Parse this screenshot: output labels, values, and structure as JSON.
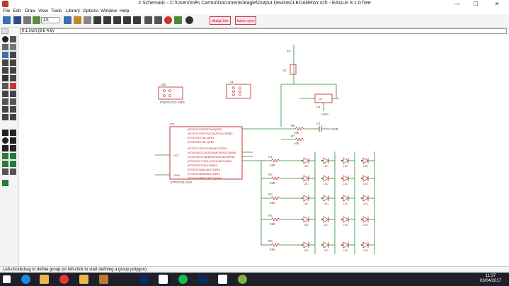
{
  "window": {
    "title": "2 Schematic - C:\\Users\\Inês Carmo\\Documents\\eagle\\Output Devices\\LEDARRAY.sch - EAGLE 8.1.0 free",
    "minimize": "—",
    "maximize": "☐",
    "close": "✕"
  },
  "menu": [
    "File",
    "Edit",
    "Draw",
    "View",
    "Tools",
    "Library",
    "Options",
    "Window",
    "Help"
  ],
  "toolbar": {
    "zoom_select": "1/1",
    "red_button_1": "design link",
    "red_button_2": "fusion sync"
  },
  "coord": {
    "value": "0.1 inch (8.8 4.6)"
  },
  "status": {
    "message": "Left-click&drag to define group (or left-click to start defining a group polygon)"
  },
  "taskbar": {
    "time": "11:37",
    "date": "03/04/2017"
  },
  "schematic": {
    "parts": {
      "u": "U$1",
      "u_val": "FINHD-2X2-SMD",
      "j": "J1",
      "ic": "IC1",
      "ic_val": "ATTINY44-SSU",
      "s": "S1",
      "vcc": "5V",
      "reg": "U1",
      "gnd": "GND"
    },
    "ic_pins_left": [
      "VCC",
      "GND"
    ],
    "ic_pins_right": [
      "(PCINT11/RESET/dW)PB3",
      "(PCINT10/INT0/OC0A/CKOUT)PB2",
      "(PCINT9/XTAL2)PB1",
      "(PCINT8/XTAL1)PB0",
      "(PCINT7/ICP/OC0B/ADC7)PA7",
      "(PCINT6/OC1A/SDA/MOSI/ADC6)PA6",
      "(PCINT5/OC1B/MISO/DO/ADC5)PA5",
      "(PCINT4/T1/SCL/USCK/ADC4)PA4",
      "(PCINT3/T0/ADC3)PA3",
      "(PCINT2/AIN1/ADC2)PA2",
      "(PCINT1/AIN0/ADC1)PA1",
      "(PCINT0/AREF/ADC0)PA0"
    ],
    "resistors": [
      {
        "name": "R6",
        "value": "10k"
      },
      {
        "name": "R7",
        "value": "10k"
      },
      {
        "name": "R1",
        "value": "499"
      },
      {
        "name": "R2",
        "value": "499"
      },
      {
        "name": "R3",
        "value": "499"
      },
      {
        "name": "R4",
        "value": "499"
      },
      {
        "name": "R5",
        "value": "499"
      }
    ],
    "cap": "C1",
    "led_label": "LED"
  }
}
